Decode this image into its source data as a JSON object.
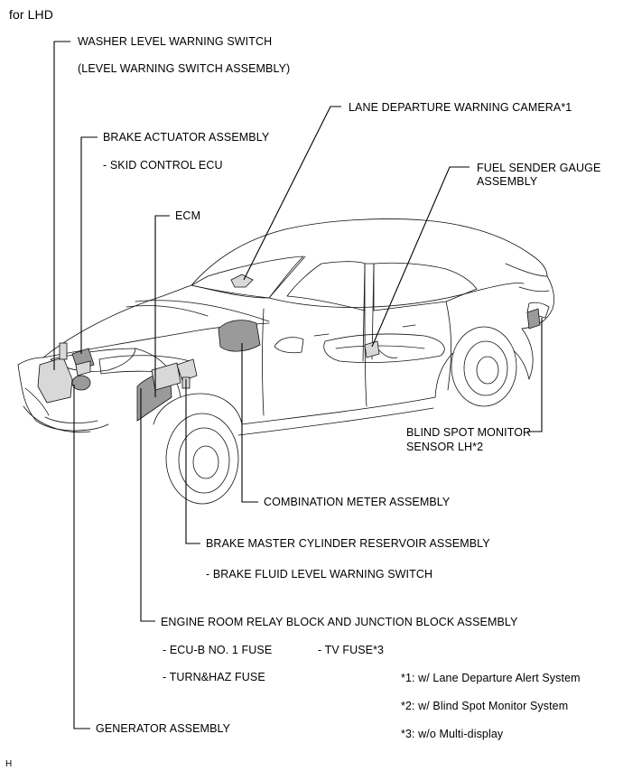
{
  "header": {
    "title": "for LHD"
  },
  "labels": {
    "washer_level": "WASHER LEVEL WARNING SWITCH",
    "washer_level_sub": "(LEVEL WARNING SWITCH ASSEMBLY)",
    "lane_camera": "LANE DEPARTURE WARNING CAMERA*1",
    "brake_actuator": "BRAKE ACTUATOR ASSEMBLY",
    "brake_actuator_sub": "- SKID CONTROL ECU",
    "fuel_sender_1": "FUEL SENDER GAUGE",
    "fuel_sender_2": "ASSEMBLY",
    "ecm": "ECM",
    "blind_spot_1": "BLIND SPOT MONITOR",
    "blind_spot_2": "SENSOR LH*2",
    "combination_meter": "COMBINATION METER ASSEMBLY",
    "brake_master": "BRAKE MASTER CYLINDER RESERVOIR ASSEMBLY",
    "brake_master_sub": "- BRAKE FLUID LEVEL WARNING SWITCH",
    "engine_room": "ENGINE ROOM RELAY BLOCK AND JUNCTION BLOCK ASSEMBLY",
    "fuse_ecu_b": "- ECU-B NO. 1 FUSE",
    "fuse_tv": "- TV FUSE*3",
    "fuse_turn_haz": "- TURN&HAZ FUSE",
    "generator": "GENERATOR ASSEMBLY"
  },
  "notes": [
    "*1: w/ Lane Departure Alert System",
    "*2: w/ Blind Spot Monitor System",
    "*3: w/o Multi-display"
  ],
  "footer": {
    "code": "H"
  }
}
